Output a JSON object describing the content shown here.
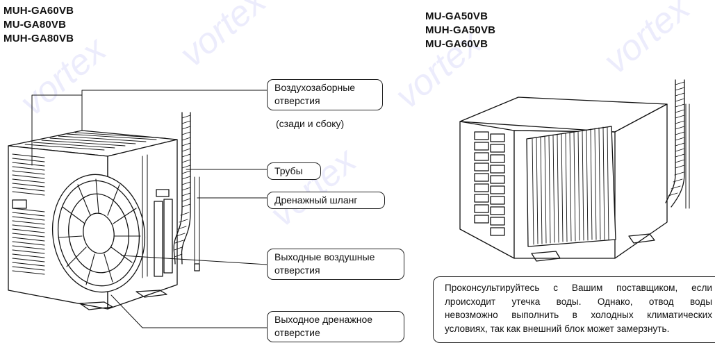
{
  "models_left": [
    "MUH-GA60VB",
    "MU-GA80VB",
    "MUH-GA80VB"
  ],
  "models_right": [
    "MU-GA50VB",
    "MUH-GA50VB",
    "MU-GA60VB"
  ],
  "labels": {
    "air_inlet_line1": "Воздухозаборные",
    "air_inlet_line2": "отверстия",
    "air_inlet_note": "(сзади и сбоку)",
    "pipes": "Трубы",
    "drain_hose": "Дренажный шланг",
    "air_outlet_line1": "Выходные воздушные",
    "air_outlet_line2": "отверстия",
    "drain_outlet_line1": "Выходное дренажное",
    "drain_outlet_line2": "отверстие"
  },
  "note_lines": [
    "Проконсультируйтесь с Вашим поставщиком, если",
    "лроисходит утечка воды. Однако, отвод воды",
    "невозможно выполнить в холодных климатических",
    "условиях, так как внешний блок может замерзнуть."
  ],
  "watermark": "vortex",
  "colors": {
    "ink": "#111111",
    "watermark": "#6e6ee6"
  }
}
